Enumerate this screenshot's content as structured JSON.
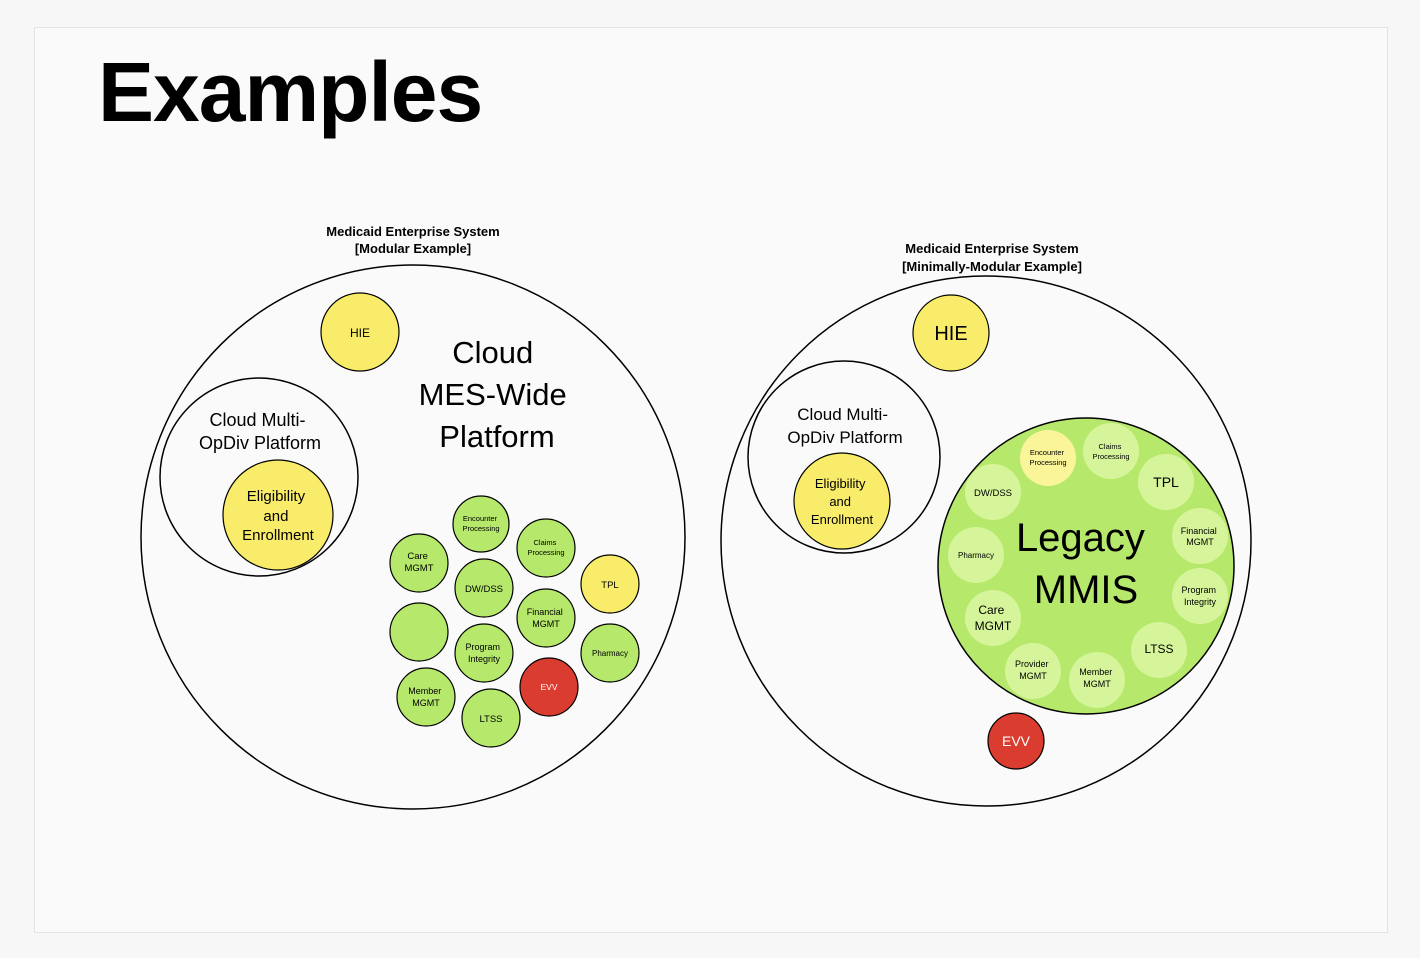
{
  "title": "Examples",
  "colors": {
    "yellow": "#f8ec6a",
    "lightYellow": "#fbf59a",
    "green": "#b6e86b",
    "paleGreen": "#d6f59a",
    "red": "#db3c30"
  },
  "modular": {
    "caption1": "Medicaid Enterprise System",
    "caption2": "[Modular Example]",
    "platform": [
      "Cloud",
      "MES-Wide",
      "Platform"
    ],
    "multiOpDiv": [
      "Cloud Multi-",
      "OpDiv Platform"
    ],
    "hie": "HIE",
    "eligibility": [
      "Eligibility",
      "and",
      "Enrollment"
    ],
    "modules": {
      "encounter": [
        "Encounter",
        "Processing"
      ],
      "claims": [
        "Claims",
        "Processing"
      ],
      "care": [
        "Care",
        "MGMT"
      ],
      "dwdss": [
        "DW/DSS"
      ],
      "tpl": [
        "TPL"
      ],
      "financial": [
        "Financial",
        "MGMT"
      ],
      "pharmacy": [
        "Pharmacy"
      ],
      "program": [
        "Program",
        "Integrity"
      ],
      "member": [
        "Member",
        "MGMT"
      ],
      "evv": [
        "EVV"
      ],
      "ltss": [
        "LTSS"
      ]
    }
  },
  "minimal": {
    "caption1": "Medicaid Enterprise System",
    "caption2": "[Minimally-Modular Example]",
    "multiOpDiv": [
      "Cloud Multi-",
      "OpDiv Platform"
    ],
    "hie": "HIE",
    "eligibility": [
      "Eligibility",
      "and",
      "Enrollment"
    ],
    "legacy": [
      "Legacy",
      "MMIS"
    ],
    "evv": "EVV",
    "modules": {
      "encounter": [
        "Encounter",
        "Processing"
      ],
      "claims": [
        "Claims",
        "Processing"
      ],
      "tpl": [
        "TPL"
      ],
      "dwdss": [
        "DW/DSS"
      ],
      "financial": [
        "Financial",
        "MGMT"
      ],
      "pharmacy": [
        "Pharmacy"
      ],
      "program": [
        "Program",
        "Integrity"
      ],
      "care": [
        "Care",
        "MGMT"
      ],
      "ltss": [
        "LTSS"
      ],
      "provider": [
        "Provider",
        "MGMT"
      ],
      "member": [
        "Member",
        "MGMT"
      ]
    }
  }
}
